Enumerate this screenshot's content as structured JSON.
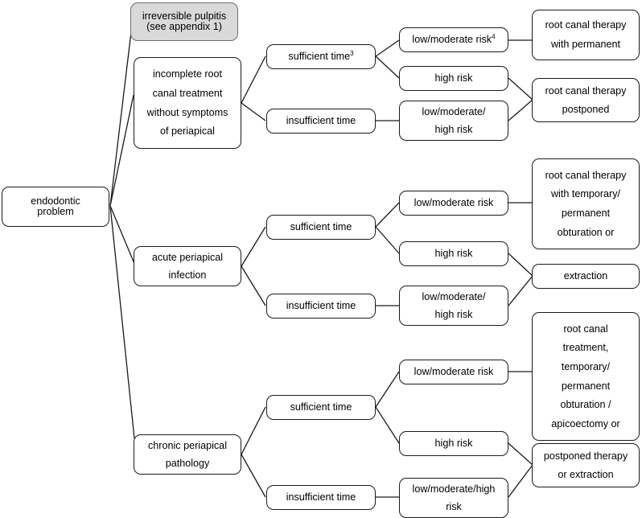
{
  "diagram": {
    "title": "endodontic problem decision tree",
    "style": {
      "line_color": "#1a1a1a",
      "shaded_fill": "#d9d9d9",
      "shaded_border": "#6e6e6e",
      "box_fill": "#ffffff",
      "text_color": "#000000"
    },
    "nodes": {
      "root": {
        "lines": [
          "endodontic",
          "problem"
        ]
      },
      "irreversible_pulpitis": {
        "lines": [
          "irreversible pulpitis",
          "(see appendix 1)"
        ],
        "shaded": true
      },
      "incomplete_root_canal": {
        "lines": [
          "incomplete  root",
          "canal treatment",
          "without symptoms",
          "of periapical"
        ]
      },
      "acute_periapical": {
        "lines": [
          "acute periapical",
          "infection"
        ]
      },
      "chronic_periapical": {
        "lines": [
          "chronic periapical",
          "pathology"
        ]
      },
      "a_sufficient_time": {
        "lines": [
          "sufficient time"
        ],
        "superscript": "3"
      },
      "a_insufficient_time": {
        "lines": [
          "insufficient time"
        ]
      },
      "a_low_mod_risk": {
        "lines": [
          "low/moderate risk"
        ],
        "superscript": "4"
      },
      "a_high_risk": {
        "lines": [
          "high risk"
        ]
      },
      "a_low_mod_high_risk": {
        "lines": [
          "low/moderate/",
          "high risk"
        ]
      },
      "a_out_permanent": {
        "lines": [
          "root canal therapy",
          "with permanent"
        ]
      },
      "a_out_postponed": {
        "lines": [
          "root canal therapy",
          "postponed"
        ]
      },
      "b_sufficient_time": {
        "lines": [
          "sufficient time"
        ]
      },
      "b_insufficient_time": {
        "lines": [
          "insufficient time"
        ]
      },
      "b_low_mod_risk": {
        "lines": [
          "low/moderate risk"
        ]
      },
      "b_high_risk": {
        "lines": [
          "high risk"
        ]
      },
      "b_low_mod_high_risk": {
        "lines": [
          "low/moderate/",
          "high risk"
        ]
      },
      "b_out_temp_perm": {
        "lines": [
          "root canal therapy",
          "with temporary/",
          "permanent",
          "obturation or"
        ]
      },
      "b_out_extraction": {
        "lines": [
          "extraction"
        ]
      },
      "c_sufficient_time": {
        "lines": [
          "sufficient time"
        ]
      },
      "c_insufficient_time": {
        "lines": [
          "insufficient time"
        ]
      },
      "c_low_mod_risk": {
        "lines": [
          "low/moderate risk"
        ]
      },
      "c_high_risk": {
        "lines": [
          "high risk"
        ]
      },
      "c_low_mod_high_risk": {
        "lines": [
          "low/moderate/high",
          "risk"
        ]
      },
      "c_out_rct_apico": {
        "lines": [
          "root canal",
          "treatment,",
          "temporary/",
          "permanent",
          "obturation /",
          "apicoectomy or"
        ]
      },
      "c_out_postponed": {
        "lines": [
          "postponed therapy",
          "or extraction"
        ]
      }
    }
  }
}
